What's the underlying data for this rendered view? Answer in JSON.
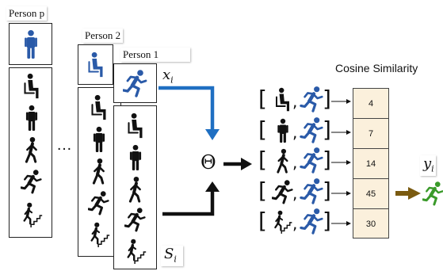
{
  "labels": {
    "person_p": "Person p",
    "person_2": "Person 2",
    "person_1": "Person 1"
  },
  "math": {
    "x_i": "x",
    "x_sub": "i",
    "s_i": "S",
    "s_sub": "i",
    "y_i": "y",
    "y_sub": "i",
    "theta": "Θ"
  },
  "ellipsis": "…",
  "cosine": {
    "title": "Cosine Similarity",
    "values": [
      "4",
      "7",
      "14",
      "45",
      "30"
    ]
  },
  "icon_names": [
    "sitting-icon",
    "standing-icon",
    "walking-icon",
    "running-icon",
    "stairs-icon"
  ],
  "colors": {
    "blue": "#2a5aa8",
    "arrow_blue": "#1f6fc2",
    "green": "#3a9a2a",
    "olive": "#7a5a10",
    "cell_bg": "#fbf0dc"
  }
}
